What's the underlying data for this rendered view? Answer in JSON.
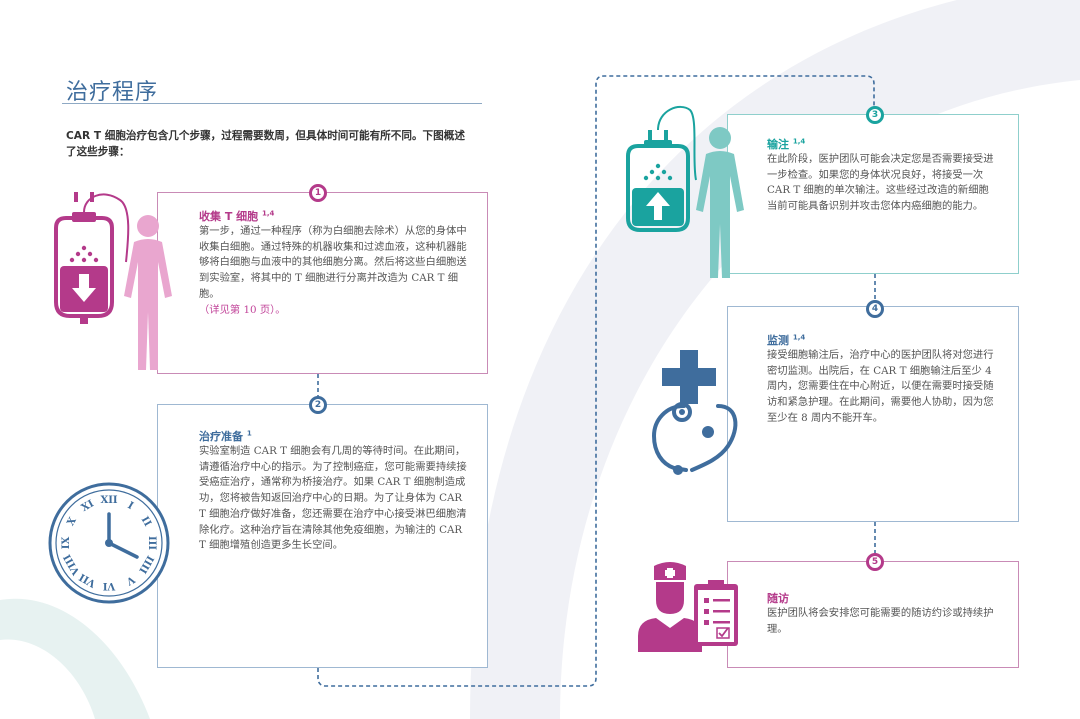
{
  "page": {
    "title": "治疗程序",
    "intro": "CAR T 细胞治疗包含几个步骤，过程需要数周，但具体时间可能有所不同。下图概述了这些步骤："
  },
  "colors": {
    "magenta": "#b43a8a",
    "blue": "#3f6d9d",
    "teal": "#1aa39f",
    "title_blue": "#3f6d9d",
    "arc": "#eef0f5"
  },
  "steps": [
    {
      "number": "1",
      "title": "收集 T 细胞",
      "refs": "1,4",
      "body": "第一步，通过一种程序（称为白细胞去除术）从您的身体中收集白细胞。通过特殊的机器收集和过滤血液，这种机器能够将白细胞与血液中的其他细胞分离。然后将这些白细胞送到实验室，将其中的 T 细胞进行分离并改造为 CAR T 细胞。",
      "note": "（详见第 10 页）。",
      "icon": "blood-bag-collection-icon"
    },
    {
      "number": "2",
      "title": "治疗准备",
      "refs": "1",
      "body": "实验室制造 CAR T 细胞会有几周的等待时间。在此期间，请遵循治疗中心的指示。为了控制癌症，您可能需要持续接受癌症治疗，通常称为桥接治疗。如果 CAR T 细胞制造成功，您将被告知返回治疗中心的日期。为了让身体为 CAR T 细胞治疗做好准备，您还需要在治疗中心接受淋巴细胞清除化疗。这种治疗旨在清除其他免疫细胞，为输注的 CAR T 细胞增殖创造更多生长空间。",
      "icon": "roman-clock-icon"
    },
    {
      "number": "3",
      "title": "输注",
      "refs": "1,4",
      "body": "在此阶段，医护团队可能会决定您是否需要接受进一步检查。如果您的身体状况良好，将接受一次 CAR T 细胞的单次输注。这些经过改造的新细胞当前可能具备识别并攻击您体内癌细胞的能力。",
      "icon": "infusion-bag-icon"
    },
    {
      "number": "4",
      "title": "监测",
      "refs": "1,4",
      "body": "接受细胞输注后，治疗中心的医护团队将对您进行密切监测。出院后，在 CAR T 细胞输注后至少 4 周内，您需要住在中心附近，以便在需要时接受随访和紧急护理。在此期间，需要他人协助，因为您至少在 8 周内不能开车。",
      "icon": "stethoscope-cross-icon"
    },
    {
      "number": "5",
      "title": "随访",
      "refs": "",
      "body": "医护团队将会安排您可能需要的随访约诊或持续护理。",
      "icon": "nurse-clipboard-icon"
    }
  ],
  "clock_numerals": [
    "XII",
    "I",
    "II",
    "III",
    "IIII",
    "V",
    "VI",
    "VII",
    "VIII",
    "IX",
    "X",
    "XI"
  ]
}
